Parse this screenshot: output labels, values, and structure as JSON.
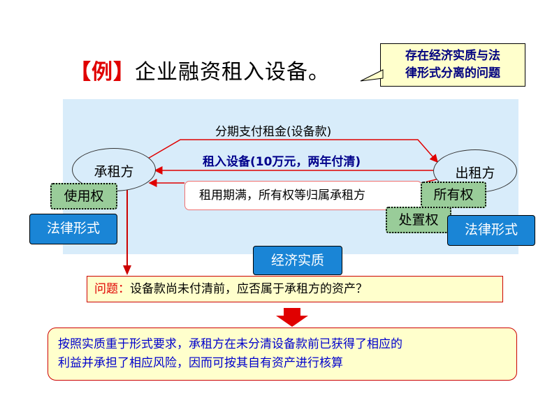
{
  "title": {
    "bracket": "【例】",
    "text": "企业融资租入设备。"
  },
  "callout": {
    "line1": "存在经济实质与法",
    "line2": "律形式分离的问题"
  },
  "parties": {
    "lessee": "承租方",
    "lessor": "出租方"
  },
  "flows": {
    "payments": "分期支付租金(设备款)",
    "equipment": "租入设备(10万元，两年付清)",
    "ownership_transfer": "租用期满，所有权等归属承租方"
  },
  "rights": {
    "use": "使用权",
    "ownership": "所有权",
    "disposal": "处置权"
  },
  "legal_form_label": "法律形式",
  "economic_substance_label": "经济实质",
  "question": {
    "prefix": "问题：",
    "text": "设备款尚未付清前，应否属于承租方的资产？"
  },
  "answer": {
    "line1": "按照实质重于形式要求，承租方在未分清设备款前已获得了相应的",
    "line2": "利益并承担了相应风险，因而可按其自有资产进行核算"
  },
  "colors": {
    "panel": "#d8ecfa",
    "highlight_yellow": "#ffffcc",
    "red": "#e00000",
    "green_box": "#99cc99",
    "blue_box": "#1a85d6",
    "answer_text": "#0000cc"
  }
}
